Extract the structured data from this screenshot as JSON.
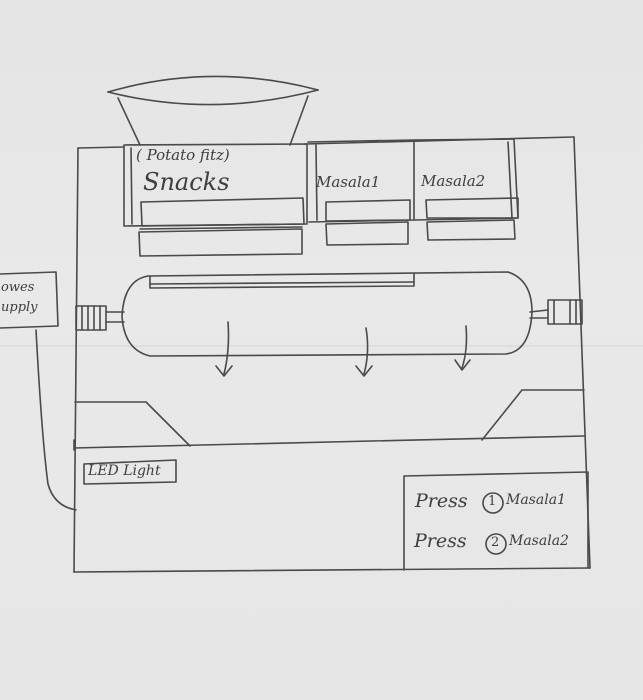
{
  "sketch": {
    "snacks_note": "( Potato fitz)",
    "snacks_label": "Snacks",
    "masala1_label": "Masala1",
    "masala2_label": "Masala2",
    "power_supply_line1": "owes",
    "power_supply_line2": "upply",
    "led_label": "LED Light",
    "press1_prefix": "Press",
    "press1_number": "1",
    "press1_target": "Masala1",
    "press2_prefix": "Press",
    "press2_number": "2",
    "press2_target": "Masala2"
  },
  "colors": {
    "pencil": "#444444",
    "paper": "#e7e7e7"
  }
}
